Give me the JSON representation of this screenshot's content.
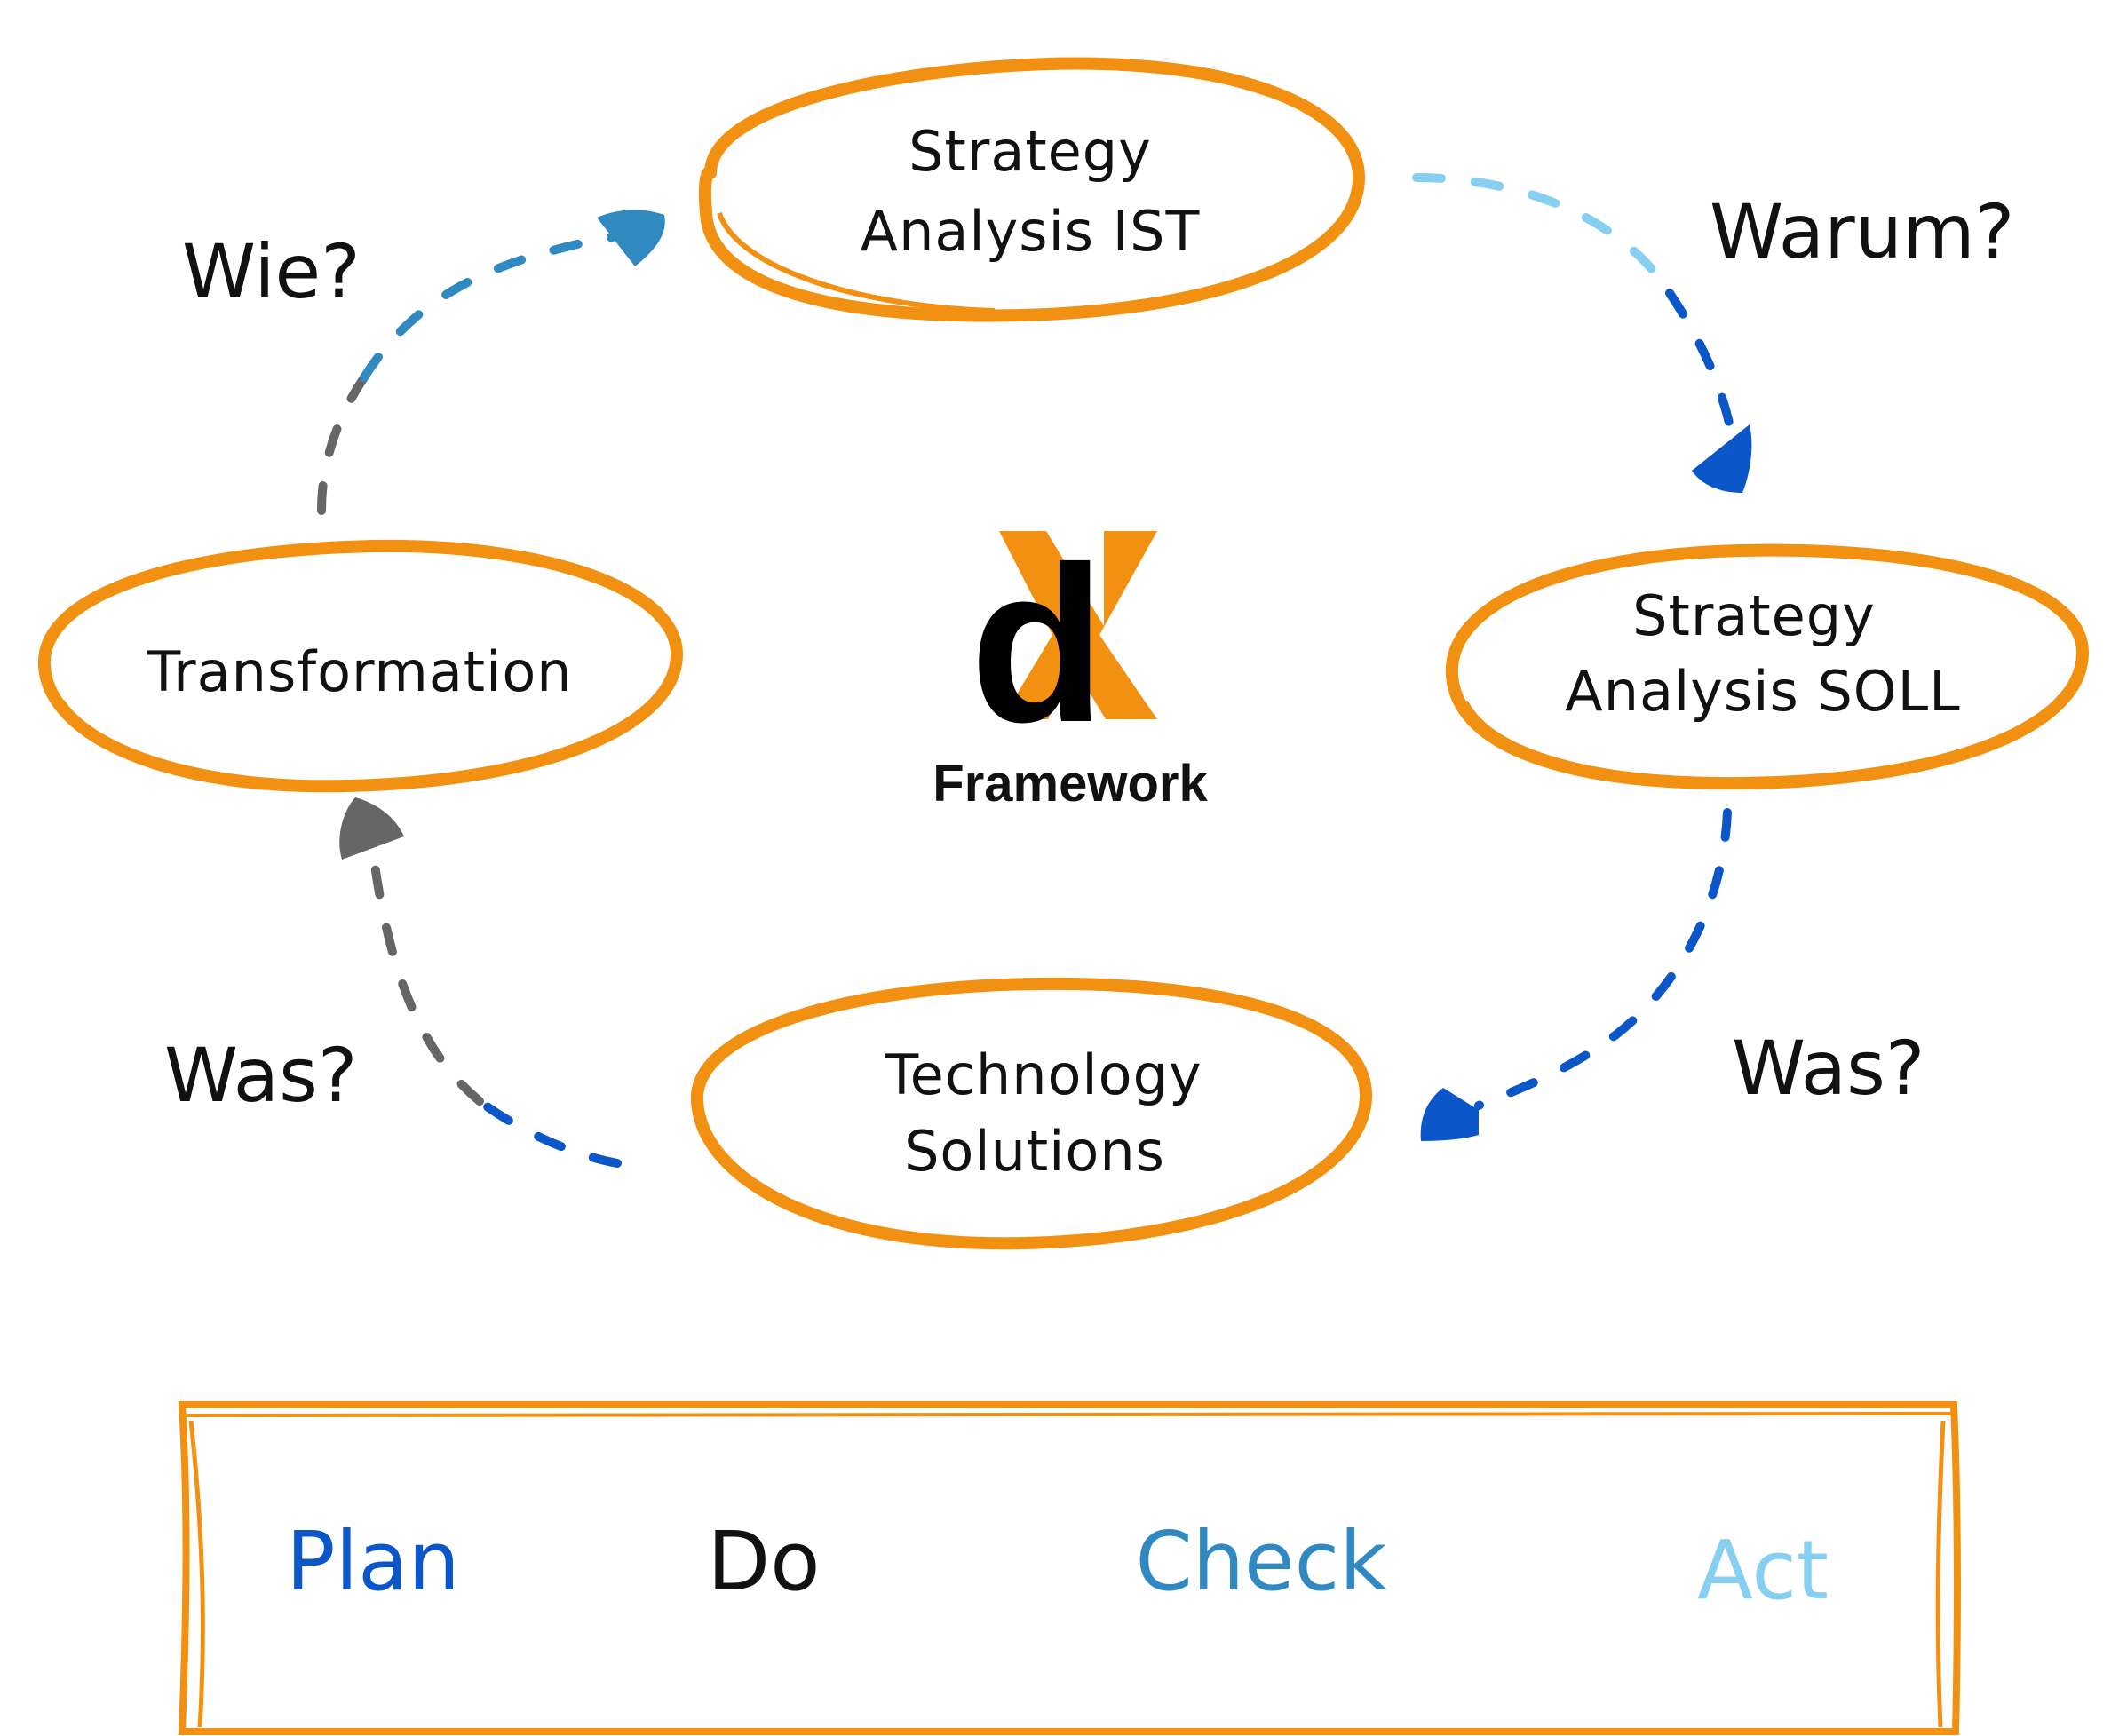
{
  "nodes": {
    "ist": {
      "line1": "Strategy",
      "line2": "Analysis IST"
    },
    "soll": {
      "line1": "Strategy",
      "line2": "Analysis SOLL"
    },
    "tech": {
      "line1": "Technology",
      "line2": "Solutions"
    },
    "transformation": {
      "label": "Transformation"
    }
  },
  "questions": {
    "warum": "Warum?",
    "was_right": "Was?",
    "was_left": "Was?",
    "wie": "Wie?"
  },
  "logo": {
    "letter_d": "d",
    "letter_x": "X",
    "caption": "Framework"
  },
  "pdca": {
    "plan": "Plan",
    "do": "Do",
    "check": "Check",
    "act": "Act"
  },
  "colors": {
    "orange": "#F29111",
    "dark_blue": "#0B57C9",
    "mid_blue": "#3189C2",
    "light_blue": "#87CFF1",
    "gray": "#666666",
    "black": "#111111"
  }
}
